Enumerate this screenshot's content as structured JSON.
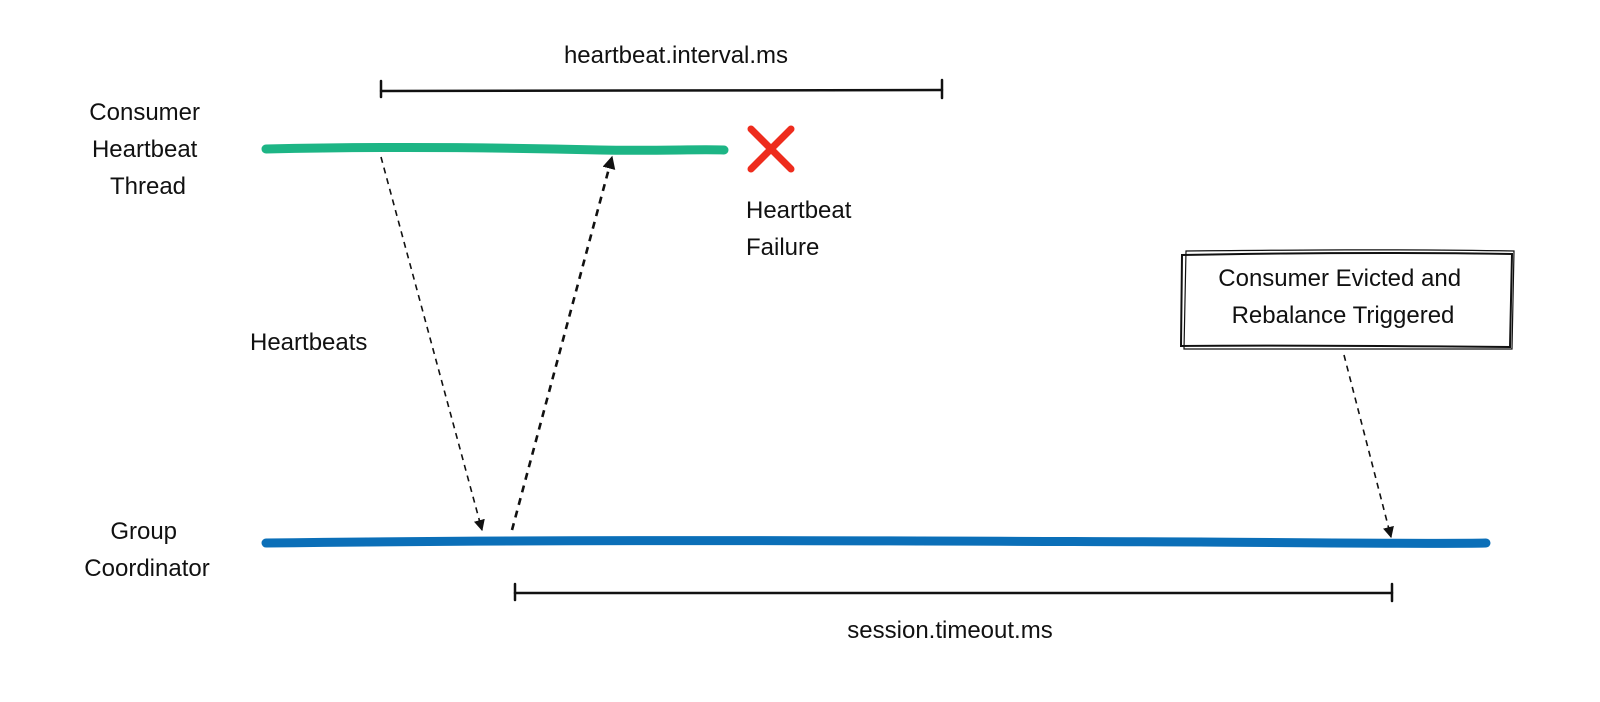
{
  "consumer_thread": {
    "label_lines": [
      "Consumer",
      "Heartbeat",
      "Thread"
    ],
    "line_color": "#1db585"
  },
  "group_coordinator": {
    "label_lines": [
      "Group",
      "Coordinator"
    ],
    "line_color": "#0b6fb8"
  },
  "heartbeat_interval": {
    "label": "heartbeat.interval.ms"
  },
  "session_timeout": {
    "label": "session.timeout.ms"
  },
  "heartbeats_label": "Heartbeats",
  "failure": {
    "icon": "x-mark-icon",
    "color": "#ee2c1d",
    "label_lines": [
      "Heartbeat",
      "Failure"
    ]
  },
  "eviction_box": {
    "label_lines": [
      "Consumer Evicted and",
      "Rebalance Triggered"
    ]
  }
}
